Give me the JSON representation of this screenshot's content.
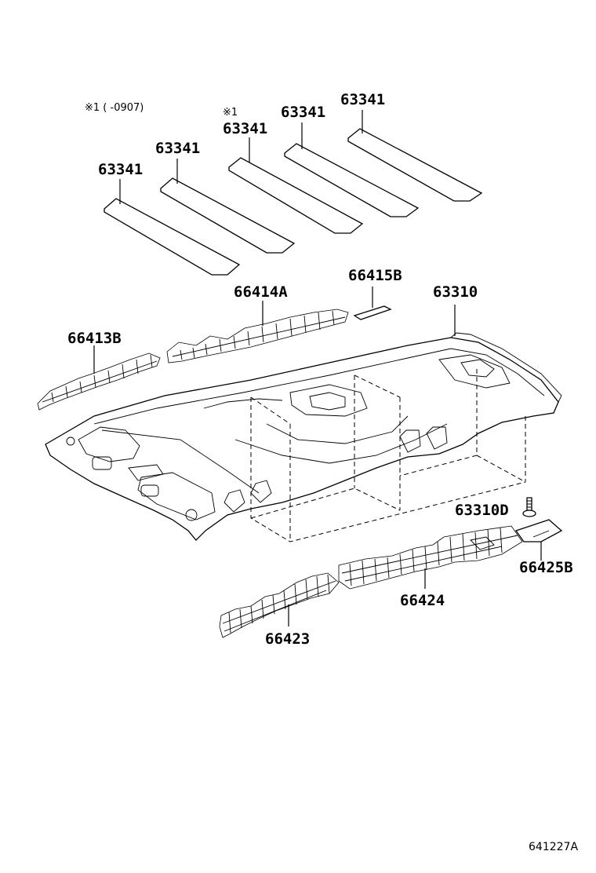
{
  "notes": {
    "note1": "※1 (   -0907)",
    "note2": "※1"
  },
  "labels": {
    "p63341_a": "63341",
    "p63341_b": "63341",
    "p63341_c": "63341",
    "p63341_d": "63341",
    "p63341_e": "63341",
    "p66415B": "66415B",
    "p66414A": "66414A",
    "p63310": "63310",
    "p66413B": "66413B",
    "p63310D": "63310D",
    "p66425B": "66425B",
    "p66424": "66424",
    "p66423": "66423"
  },
  "diagram_code": "641227A"
}
